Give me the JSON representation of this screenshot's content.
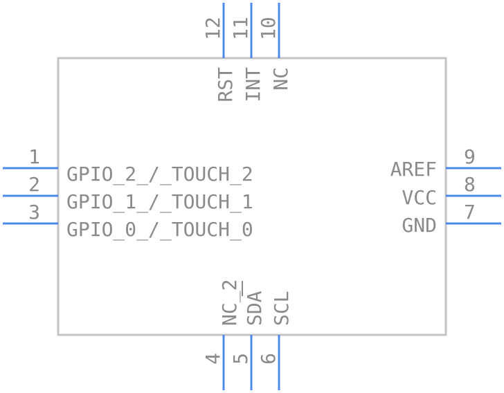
{
  "component": {
    "pins": {
      "p1": {
        "number": "1",
        "name": "GPIO_2_/_TOUCH_2"
      },
      "p2": {
        "number": "2",
        "name": "GPIO_1_/_TOUCH_1"
      },
      "p3": {
        "number": "3",
        "name": "GPIO_0_/_TOUCH_0"
      },
      "p4": {
        "number": "4",
        "name": "NC_2"
      },
      "p5": {
        "number": "5",
        "name": "SDA"
      },
      "p6": {
        "number": "6",
        "name": "SCL"
      },
      "p7": {
        "number": "7",
        "name": "GND"
      },
      "p8": {
        "number": "8",
        "name": "VCC"
      },
      "p9": {
        "number": "9",
        "name": "AREF"
      },
      "p10": {
        "number": "10",
        "name": "NC"
      },
      "p11": {
        "number": "11",
        "name": "INT"
      },
      "p12": {
        "number": "12",
        "name": "RST"
      }
    }
  },
  "colors": {
    "pin": "#4a8ae6",
    "outline": "#c4c4c4",
    "text": "#8a8a8a"
  }
}
